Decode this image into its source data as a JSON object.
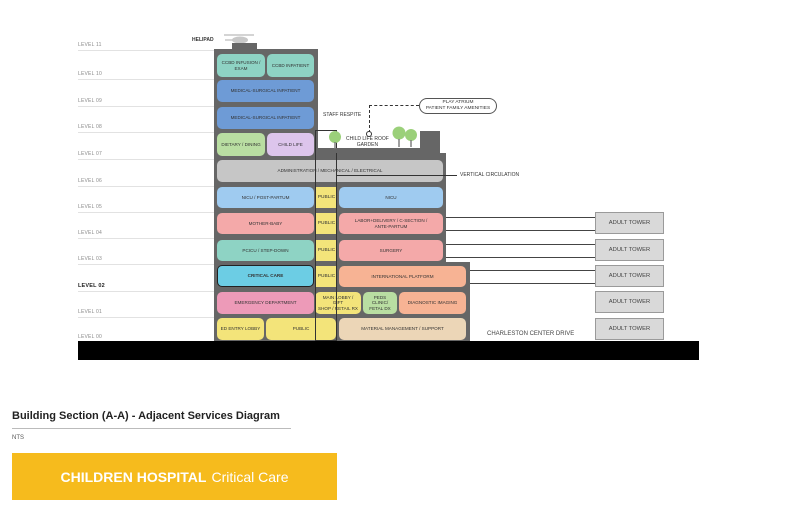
{
  "levels": [
    "LEVEL 11",
    "LEVEL 10",
    "LEVEL 09",
    "LEVEL 08",
    "LEVEL 07",
    "LEVEL 06",
    "LEVEL 05",
    "LEVEL 04",
    "LEVEL 03",
    "LEVEL 02",
    "LEVEL 01",
    "LEVEL 00"
  ],
  "labels": {
    "helipad": "HELIPAD",
    "staff_respite": "STAFF RESPITE",
    "play_atrium": "PLAY ATRIUM\nPATIENT FAMILY AMENITIES",
    "roof_garden": "CHILD LIFE ROOF\nGARDEN",
    "vertical_circulation": "VERTICAL CIRCULATION",
    "charleston_drive": "CHARLESTON CENTER DRIVE"
  },
  "rooms": {
    "ccbd_infusion": "CCBD INFUSION /\nEXAM",
    "ccbd_inpatient": "CCBD INPATIENT",
    "med_surg_09": "MEDICAL-SURGICAL INPATIENT",
    "med_surg_08": "MEDICAL-SURGICAL INPATIENT",
    "dietary": "DIETARY / DINING",
    "child_life": "CHILD LIFE",
    "admin": "ADMINISTRATION / MECHANICAL / ELECTRICAL",
    "nicu_post": "NICU / POST-PARTUM",
    "nicu": "NICU",
    "mother_baby": "MOTHER-BABY",
    "labor": "LABOR+DELIVERY / C-SECTION /\nANTE-PARTUM",
    "picu": "PCICU / STEP-DOWN",
    "surgery": "SURGERY",
    "critical_care": "CRITICAL CARE",
    "international": "INTERNATIONAL PLATFORM",
    "emergency": "EMERGENCY DEPARTMENT",
    "main_lobby": "MAIN LOBBY / GIFT\nSHOP / RETAIL RX",
    "peds_clinic": "PEDS CLINIC/\nFETAL DX",
    "diagnostic": "DIAGNOSTIC IMAGING",
    "ed_entry": "ED ENTRY LOBBY",
    "public_ground": "PUBLIC",
    "material": "MATERIAL MANAGEMENT / SUPPORT"
  },
  "public_labels": [
    "PUBLIC",
    "PUBLIC",
    "PUBLIC",
    "PUBLIC"
  ],
  "towers": [
    "ADULT TOWER",
    "ADULT TOWER",
    "ADULT TOWER",
    "ADULT TOWER",
    "ADULT TOWER"
  ],
  "footer": {
    "title": "Building Section (A-A) - Adjacent Services Diagram",
    "nts": "NTS",
    "banner_bold": "CHILDREN HOSPITAL",
    "banner_light": "Critical Care"
  },
  "colors": {
    "teal": "#8ed3c4",
    "blue": "#6e9bd6",
    "pink": "#f4a9a9",
    "green": "#b9dea2",
    "purple": "#ddc5ec",
    "gray": "#c6c6c6",
    "light_blue": "#9fcbf0",
    "cyan": "#6ccde4",
    "salmon": "#f7b394",
    "yellow": "#f3e47a",
    "tan": "#ecd6b7",
    "magenta": "#ed9ab8",
    "banner": "#f6bb1d"
  }
}
